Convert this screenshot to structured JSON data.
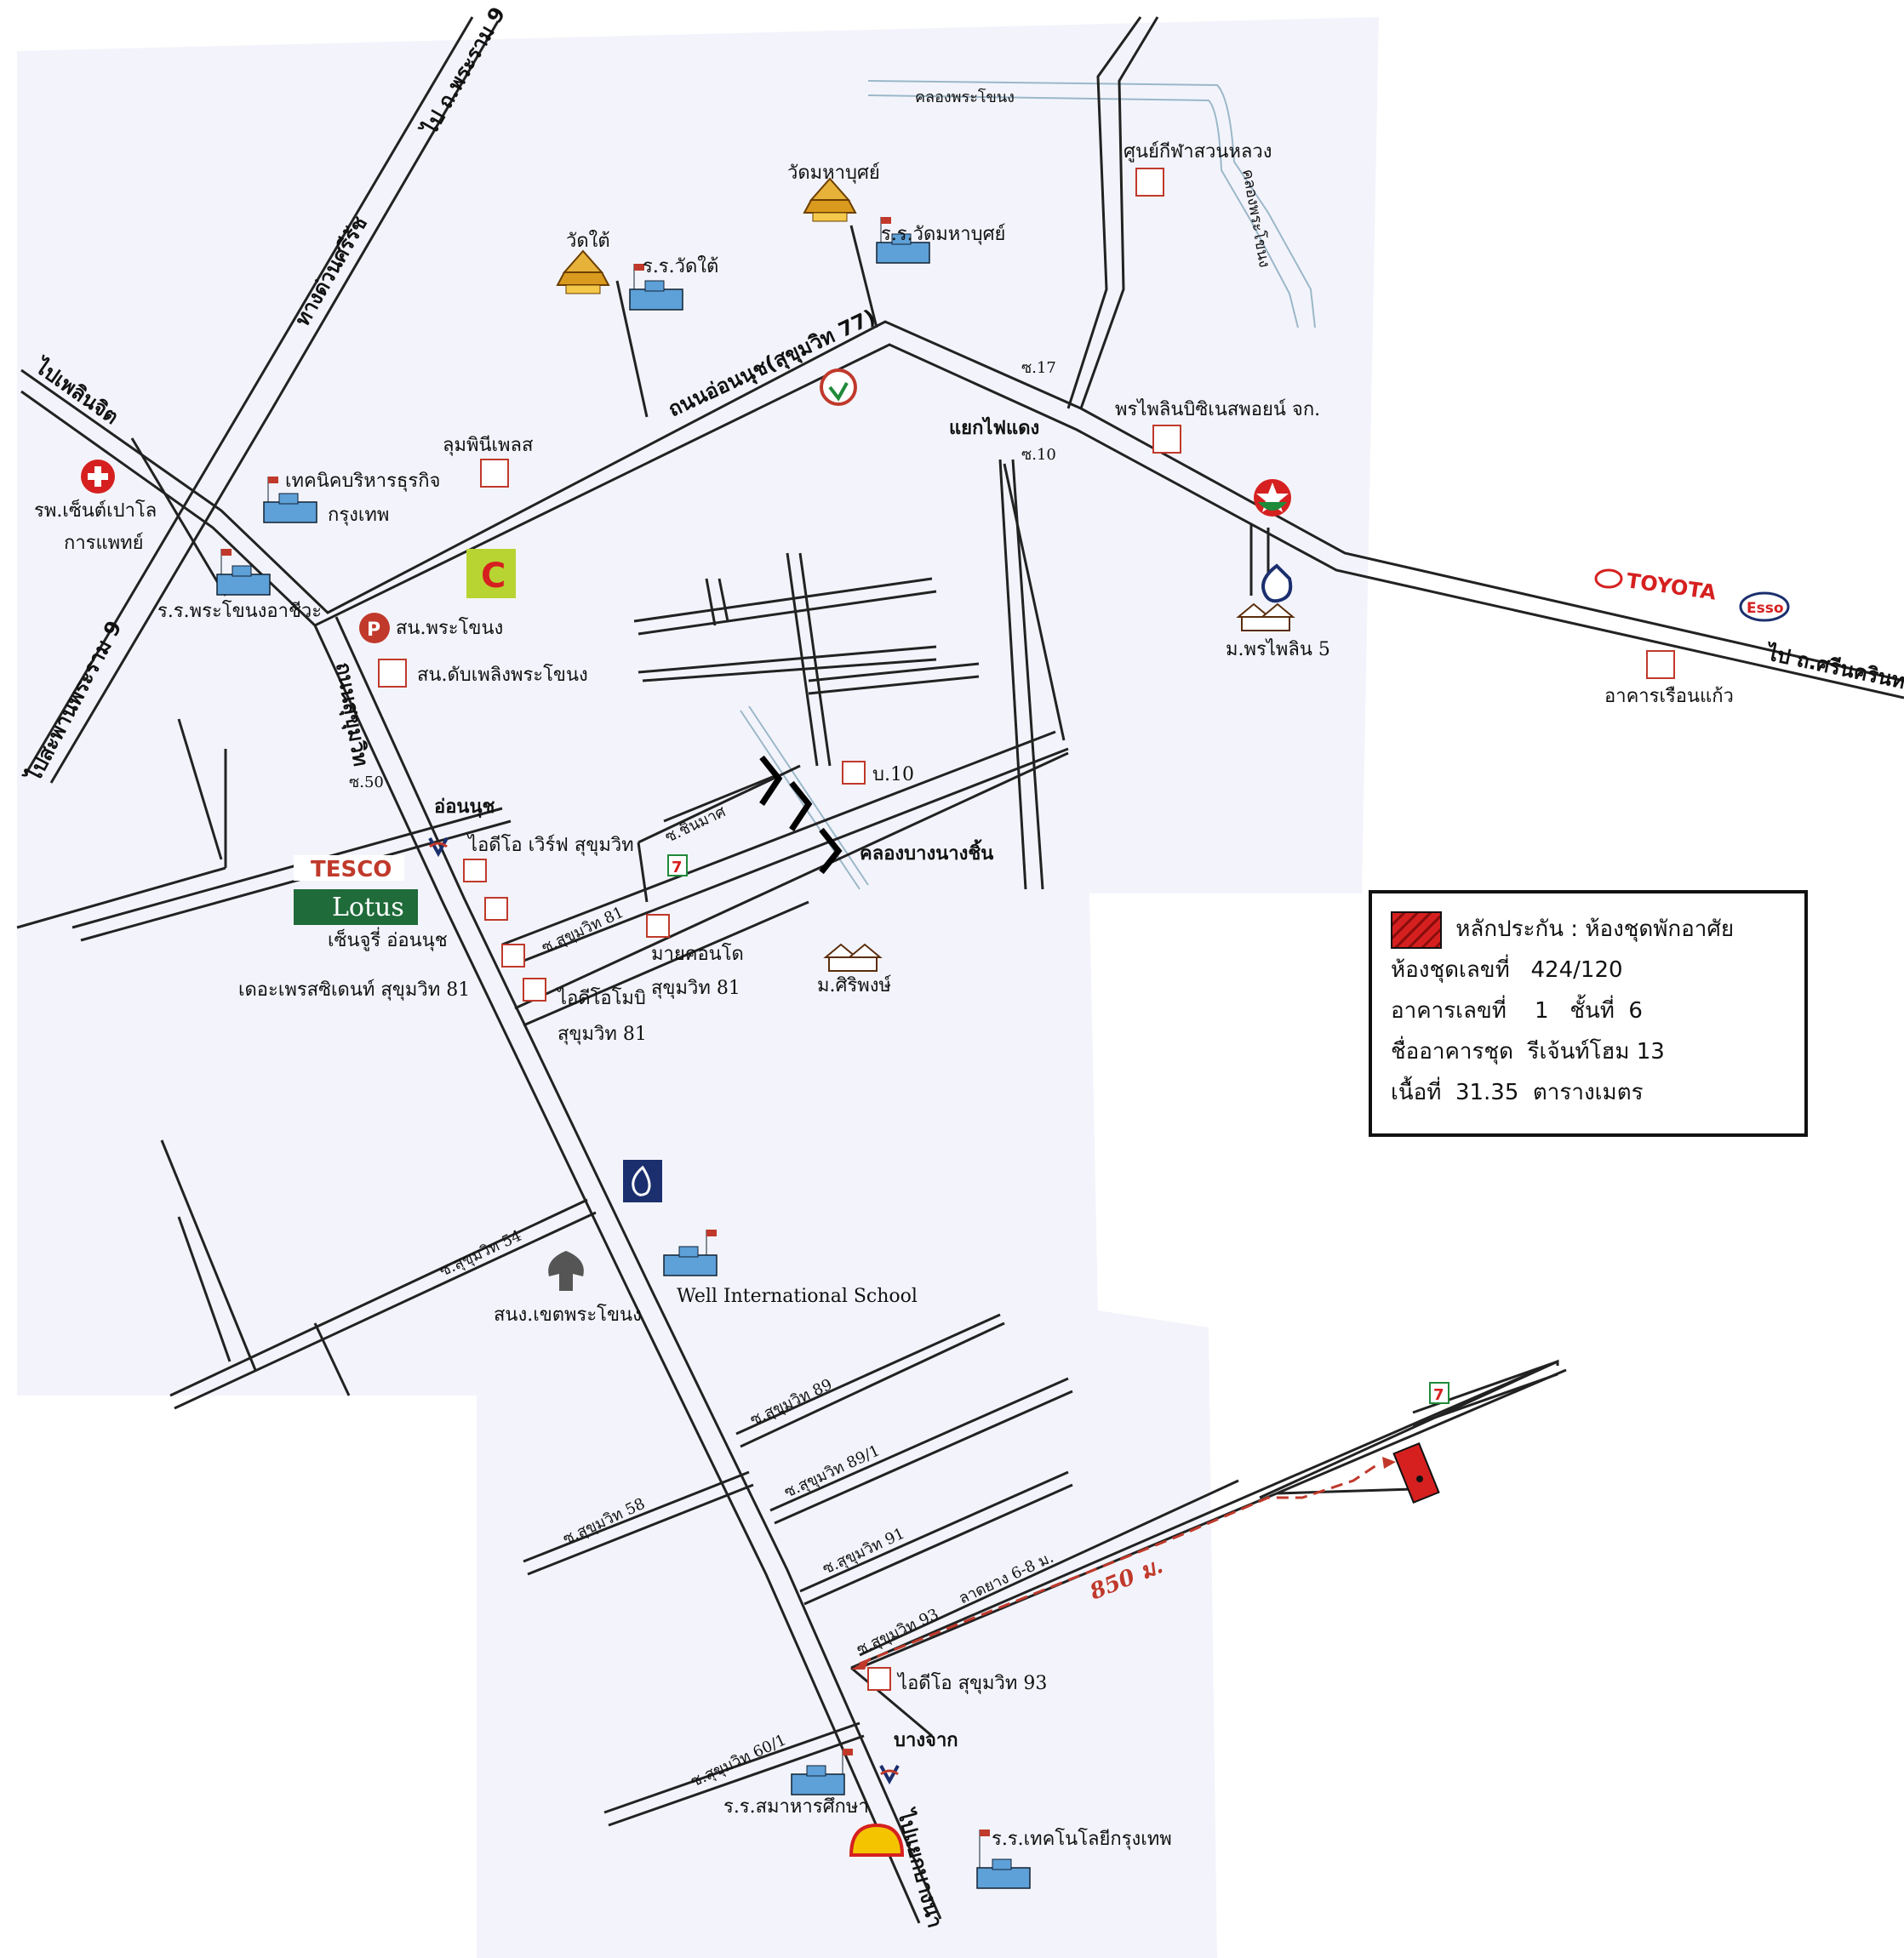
{
  "map": {
    "areas": {
      "mantle": "#f3f4fb",
      "bg": "#ffffff"
    },
    "roads": {
      "main_name": "ถนนอ่อนนุช(สุขุมวิท 77)",
      "expressway": "ทางด่วนศรีรัช",
      "to_rama9_north": "ไป ถ.พระราม 9",
      "to_phloen_chit": "ไปเพลินจิต",
      "to_rama9_south": "ไปสะพานพระราม 9",
      "sukhumvit": "ถนนสุขุมวิท",
      "to_bangna": "ไปแยกบางนา",
      "to_srinakarin": "ไป ถ.ศรีนครินทร์",
      "khlong_phra_khanong": "คลองพระโขนง",
      "khlong_phra_khanong_v": "คลองพระโขนง",
      "khlong_bang_nang_chin": "คลองบางนางชิ้น",
      "soi17": "ซ.17",
      "soi10": "ซ.10",
      "soi50": "ซ.50",
      "soi_chinmat": "ซ.ชินมาศ",
      "soi_s81": "ซ.สุขุมวิท 81",
      "soi_s54": "ซ.สุขุมวิท 54",
      "soi_s89": "ซ.สุขุมวิท 89",
      "soi_s89_1": "ซ.สุขุมวิท 89/1",
      "soi_s58": "ซ.สุขุมวิท 58",
      "soi_s91": "ซ.สุขุมวิท 91",
      "soi_s93": "ซ.สุขุมวิท 93",
      "soi_s60_1": "ซ.สุขุมวิท 60/1",
      "paved": "ลาดยาง 6-8 ม.",
      "distance": "850 ม.",
      "intersection": "แยกไฟแดง"
    },
    "places": {
      "wat_mahabut": "วัดมหาบุศย์",
      "school_wat_mahabut": "ร.ร.วัดมหาบุศย์",
      "wat_tai": "วัดใต้",
      "school_wat_tai": "ร.ร.วัดใต้",
      "sport_center": "ศูนย์กีฬาสวนหลวง",
      "phraphailin_biz": "พรไพลินบิซิเนสพอยน์ จก.",
      "lumpini_place": "ลุมพินีเพลส",
      "tech_school_1": "เทคนิคบริหารธุรกิจ",
      "tech_school_2": "กรุงเทพ",
      "hospital_1": "รพ.เซ็นต์เปาโล",
      "hospital_2": "การแพทย์",
      "school_pk_vocational": "ร.ร.พระโขนงอาชีวะ",
      "police_pk": "สน.พระโขนง",
      "fire_pk": "สน.ดับเพลิงพระโขนง",
      "moo_ban_pl5": "ม.พรไพลิน 5",
      "ahan_ruean_kaew": "อาคารเรือนแก้ว",
      "toyota": "TOYOTA",
      "esso": "Esso",
      "b10": "บ.10",
      "on_nut": "อ่อนนุช",
      "ideo_verve": "ไอดีโอ เวิร์ฟ สุขุมวิท",
      "tesco": "TESCO",
      "lotus": "Lotus",
      "century": "เซ็นจูรี่ อ่อนนุช",
      "president": "เดอะเพรสซิเดนท์ สุขุมวิท 81",
      "ideo_mobi_1": "ไอดีโอโมบิ",
      "ideo_mobi_2": "สุขุมวิท 81",
      "my_condo_1": "มายคอนโด",
      "my_condo_2": "สุขุมวิท 81",
      "moo_ban_siriporn": "ม.ศิริพงษ์",
      "district_office": "สนง.เขตพระโขนง",
      "well_school": "Well International School",
      "ideo_s93": "ไอดีโอ สุขุมวิท 93",
      "bang_chak": "บางจาก",
      "school_samahan": "ร.ร.สมาหารศึกษา",
      "school_tech_bkk": "ร.ร.เทคโนโลยีกรุงเทพ"
    },
    "icons": [
      "temple-icon",
      "school-icon",
      "bank-icon",
      "bts-icon",
      "seven-eleven-icon",
      "caltex-icon",
      "shell-icon",
      "garuda-icon",
      "hospital-icon",
      "police-icon",
      "bigc-icon",
      "house-icon",
      "kbank-icon"
    ],
    "colors": {
      "collateral_red": "#d62020",
      "route_red": "#c0392b",
      "bank_blue": "#1b2f6e"
    }
  },
  "legend": {
    "title": "หลักประกัน : ห้องชุดพักอาศัย",
    "unit_label": "ห้องชุดเลขที่",
    "unit_value": "424/120",
    "building_label": "อาคารเลขที่",
    "building_value": "1",
    "floor_label": "ชั้นที่",
    "floor_value": "6",
    "name_label": "ชื่ออาคารชุด",
    "name_value": "รีเจ้นท์โฮม 13",
    "area_label": "เนื้อที่",
    "area_value": "31.35",
    "area_unit": "ตารางเมตร"
  }
}
